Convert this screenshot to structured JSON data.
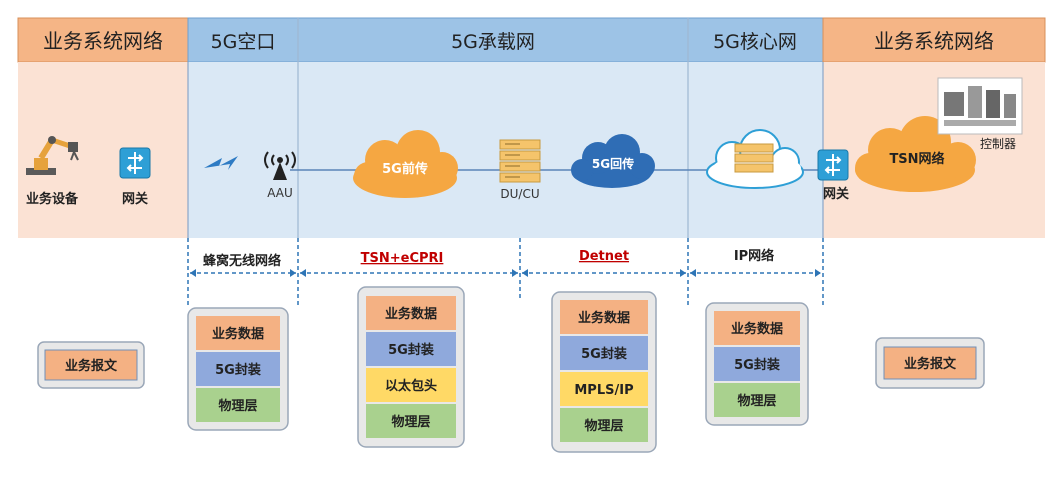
{
  "headers": {
    "left_system": "业务系统网络",
    "air": "5G空口",
    "bearer": "5G承载网",
    "core": "5G核心网",
    "right_system": "业务系统网络"
  },
  "nodes": {
    "device_label": "业务设备",
    "gateway_left_label": "网关",
    "aau_label": "AAU",
    "fronthaul": "5G前传",
    "ducu_label": "DU/CU",
    "backhaul": "5G回传",
    "gateway_right_label": "网关",
    "tsn": "TSN网络",
    "controller_label": "控制器"
  },
  "segments": {
    "cellular": "蜂窝无线网络",
    "tsn_ecpri": "TSN+eCPRI",
    "detnet": "Detnet",
    "ip": "IP网络"
  },
  "stacks": {
    "left_message": "业务报文",
    "air": [
      "业务数据",
      "5G封装",
      "物理层"
    ],
    "fronthaul": [
      "业务数据",
      "5G封装",
      "以太包头",
      "物理层"
    ],
    "backhaul": [
      "业务数据",
      "5G封装",
      "MPLS/IP",
      "物理层"
    ],
    "core": [
      "业务数据",
      "5G封装",
      "物理层"
    ],
    "right_message": "业务报文"
  },
  "colors": {
    "header_orange": "#f5b586",
    "header_blue": "#9dc3e6",
    "region_blue": "#dae8f5",
    "region_peach": "#fbe2d4",
    "layer_data": "#f4b183",
    "layer_5g": "#8fa9dc",
    "layer_eth": "#ffd966",
    "layer_phy": "#a9d18e",
    "cloud_orange": "#f5a742",
    "cloud_blue": "#2f6db5",
    "segment_red": "#c00000"
  }
}
